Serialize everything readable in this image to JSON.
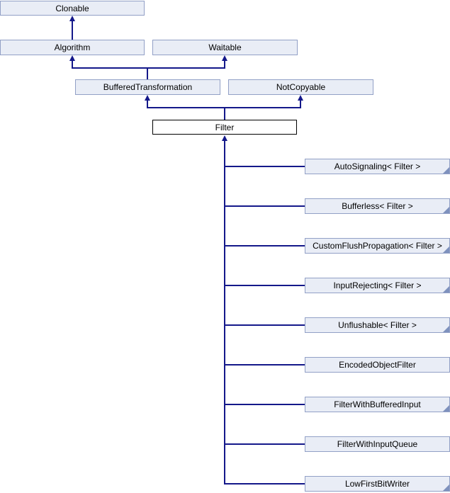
{
  "page": {
    "background": "#ffffff"
  },
  "diagram": {
    "type": "class-inheritance-graph",
    "colors": {
      "background": "#ffffff",
      "node_fill": "#e9edf6",
      "node_border": "#92a0c6",
      "current_node_fill": "#ffffff",
      "current_node_border": "#000000",
      "edge": "#14188a",
      "truncation_fold": "#7e91bd",
      "text": "#000000"
    },
    "nodes": {
      "clonable": {
        "label": "Clonable"
      },
      "algorithm": {
        "label": "Algorithm"
      },
      "waitable": {
        "label": "Waitable"
      },
      "buffered_transformation": {
        "label": "BufferedTransformation"
      },
      "not_copyable": {
        "label": "NotCopyable"
      },
      "filter": {
        "label": "Filter",
        "current": true
      },
      "children": [
        {
          "label": "AutoSignaling< Filter >",
          "truncated": true
        },
        {
          "label": "Bufferless< Filter >",
          "truncated": true
        },
        {
          "label": "CustomFlushPropagation< Filter >",
          "truncated": true
        },
        {
          "label": "InputRejecting< Filter >",
          "truncated": true
        },
        {
          "label": "Unflushable< Filter >",
          "truncated": true
        },
        {
          "label": "EncodedObjectFilter",
          "truncated": false
        },
        {
          "label": "FilterWithBufferedInput",
          "truncated": true
        },
        {
          "label": "FilterWithInputQueue",
          "truncated": false
        },
        {
          "label": "LowFirstBitWriter",
          "truncated": true
        }
      ]
    },
    "edges": [
      {
        "from": "Algorithm",
        "to": "Clonable"
      },
      {
        "from": "BufferedTransformation",
        "to": "Algorithm"
      },
      {
        "from": "BufferedTransformation",
        "to": "Waitable"
      },
      {
        "from": "Filter",
        "to": "BufferedTransformation"
      },
      {
        "from": "Filter",
        "to": "NotCopyable"
      },
      {
        "from": "AutoSignaling< Filter >",
        "to": "Filter"
      },
      {
        "from": "Bufferless< Filter >",
        "to": "Filter"
      },
      {
        "from": "CustomFlushPropagation< Filter >",
        "to": "Filter"
      },
      {
        "from": "InputRejecting< Filter >",
        "to": "Filter"
      },
      {
        "from": "Unflushable< Filter >",
        "to": "Filter"
      },
      {
        "from": "EncodedObjectFilter",
        "to": "Filter"
      },
      {
        "from": "FilterWithBufferedInput",
        "to": "Filter"
      },
      {
        "from": "FilterWithInputQueue",
        "to": "Filter"
      },
      {
        "from": "LowFirstBitWriter",
        "to": "Filter"
      }
    ]
  }
}
